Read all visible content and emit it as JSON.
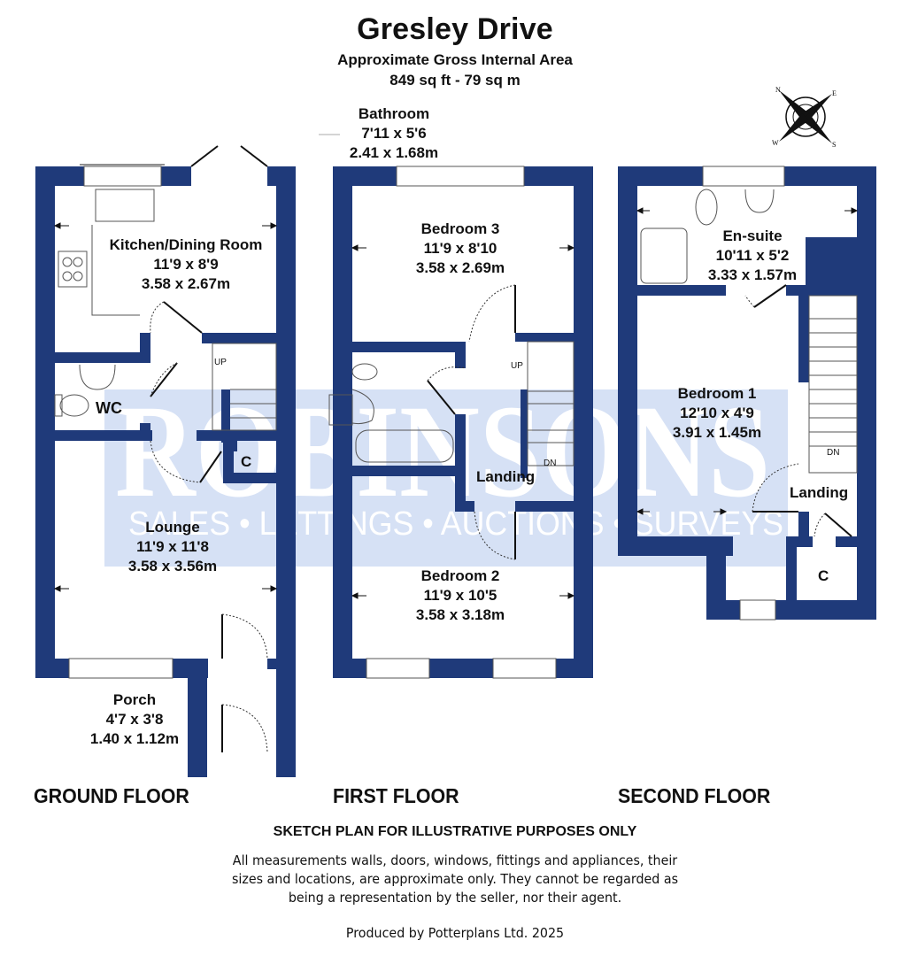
{
  "header": {
    "title": "Gresley Drive",
    "subtitle": "Approximate Gross Internal Area",
    "area": "849 sq ft - 79 sq m"
  },
  "colors": {
    "wall": "#1f3a7a",
    "watermark": "#d6e1f5",
    "watermark_text": "#ffffff",
    "background": "#ffffff"
  },
  "watermark": {
    "brand": "ROBINSONS",
    "services": "SALES • LETTINGS • AUCTIONS • SURVEYS"
  },
  "compass": {
    "icon": "compass-rose-icon",
    "labels": [
      "N",
      "E",
      "S",
      "W"
    ]
  },
  "floors": {
    "ground": {
      "label": "GROUND FLOOR",
      "rooms": [
        {
          "name": "Kitchen/Dining Room",
          "imperial": "11'9 x 8'9",
          "metric": "3.58 x 2.67m"
        },
        {
          "name": "WC"
        },
        {
          "name": "C"
        },
        {
          "name": "Lounge",
          "imperial": "11'9 x 11'8",
          "metric": "3.58 x 3.56m"
        },
        {
          "name": "Porch",
          "imperial": "4'7 x 3'8",
          "metric": "1.40 x 1.12m"
        }
      ],
      "stairs_label": "UP"
    },
    "first": {
      "label": "FIRST FLOOR",
      "rooms": [
        {
          "name": "Bathroom",
          "imperial": "7'11 x 5'6",
          "metric": "2.41 x 1.68m"
        },
        {
          "name": "Bedroom 3",
          "imperial": "11'9 x 8'10",
          "metric": "3.58 x 2.69m"
        },
        {
          "name": "Landing"
        },
        {
          "name": "Bedroom 2",
          "imperial": "11'9 x 10'5",
          "metric": "3.58 x 3.18m"
        }
      ],
      "stairs_up": "UP",
      "stairs_dn": "DN"
    },
    "second": {
      "label": "SECOND FLOOR",
      "rooms": [
        {
          "name": "En-suite",
          "imperial": "10'11 x 5'2",
          "metric": "3.33 x 1.57m"
        },
        {
          "name": "Bedroom 1",
          "imperial": "12'10 x 4'9",
          "metric": "3.91 x 1.45m"
        },
        {
          "name": "Landing"
        },
        {
          "name": "C"
        }
      ],
      "stairs_dn": "DN"
    }
  },
  "footer": {
    "sketch_notice": "SKETCH PLAN FOR ILLUSTRATIVE PURPOSES ONLY",
    "disclaimer_lines": [
      "All measurements walls, doors, windows, fittings and appliances, their",
      "sizes and locations, are approximate only. They cannot be regarded as",
      "being a representation by the seller, nor their agent."
    ],
    "produced_by": "Produced by Potterplans Ltd. 2025"
  }
}
